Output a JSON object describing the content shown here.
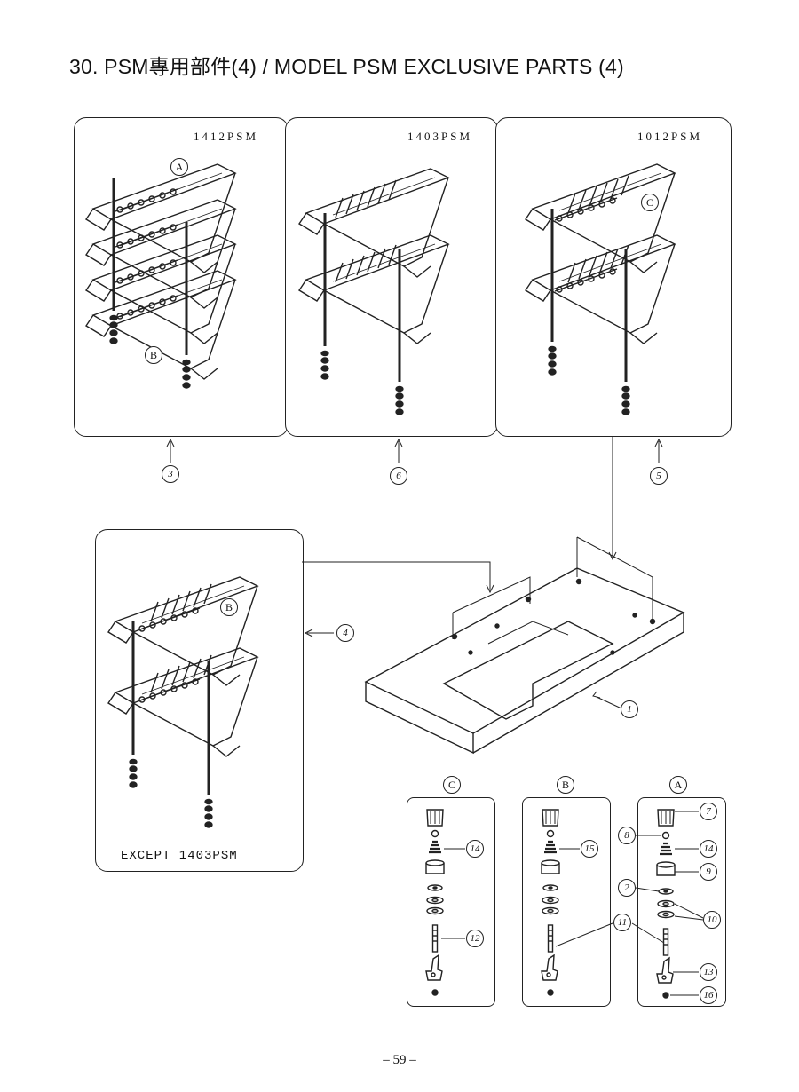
{
  "title": "30. PSM專用部件(4) / MODEL PSM EXCLUSIVE PARTS (4)",
  "panels": {
    "p1412": {
      "model": "1412PSM",
      "callout": "3"
    },
    "p1403": {
      "model": "1403PSM",
      "callout": "6"
    },
    "p1012": {
      "model": "1012PSM",
      "callout": "5"
    },
    "pexcept": {
      "label": "EXCEPT 1403PSM",
      "callout": "4"
    }
  },
  "detail_letters": {
    "a": "A",
    "b": "B",
    "c": "C"
  },
  "table_callout": "1",
  "detail_callouts": {
    "c": [
      "14",
      "12"
    ],
    "b": [
      "15"
    ],
    "shared": "11",
    "a": [
      "7",
      "8",
      "14",
      "9",
      "2",
      "10",
      "13",
      "16"
    ]
  },
  "page_number": "– 59 –"
}
